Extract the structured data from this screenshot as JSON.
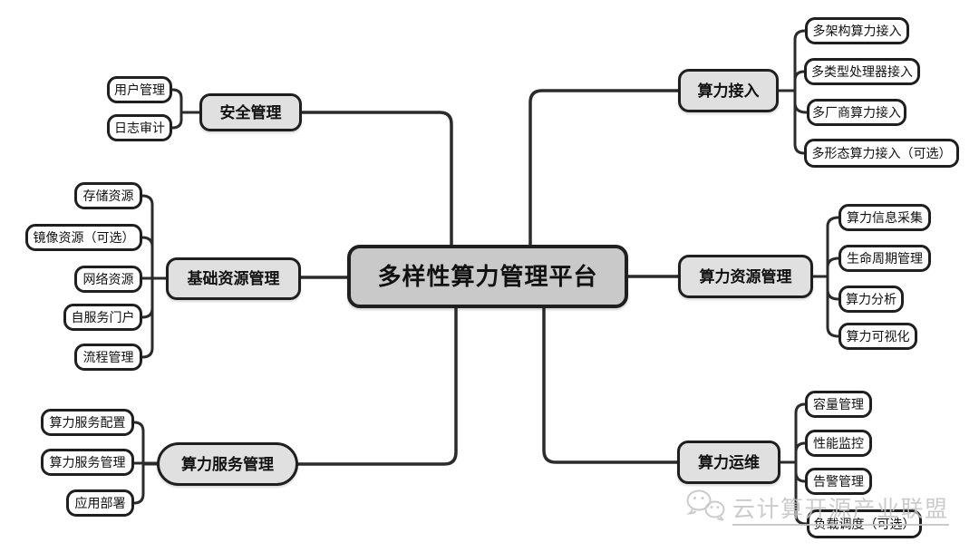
{
  "diagram": {
    "center": {
      "label": "多样性算力管理平台"
    },
    "branches": [
      {
        "id": "security-management",
        "label": "安全管理",
        "children": [
          "用户管理",
          "日志审计"
        ]
      },
      {
        "id": "basic-resource-management",
        "label": "基础资源管理",
        "children": [
          "存储资源",
          "镜像资源（可选）",
          "网络资源",
          "自服务门户",
          "流程管理"
        ]
      },
      {
        "id": "computing-service-management",
        "label": "算力服务管理",
        "children": [
          "算力服务配置",
          "算力服务管理",
          "应用部署"
        ]
      },
      {
        "id": "computing-access",
        "label": "算力接入",
        "children": [
          "多架构算力接入",
          "多类型处理器接入",
          "多厂商算力接入",
          "多形态算力接入（可选）"
        ]
      },
      {
        "id": "computing-resource-management",
        "label": "算力资源管理",
        "children": [
          "算力信息采集",
          "生命周期管理",
          "算力分析",
          "算力可视化"
        ]
      },
      {
        "id": "computing-ops",
        "label": "算力运维",
        "children": [
          "容量管理",
          "性能监控",
          "告警管理",
          "负载调度（可选）"
        ]
      }
    ],
    "watermark": {
      "text": "云计算开源产业联盟"
    },
    "colors": {
      "line": "#2b2b2b",
      "node_border": "#1f1f1f",
      "center_fill": "#c9c9c9",
      "branch_fill": "#e0e0e0",
      "leaf_fill": "#ffffff",
      "watermark": "#c3c3c3"
    }
  }
}
